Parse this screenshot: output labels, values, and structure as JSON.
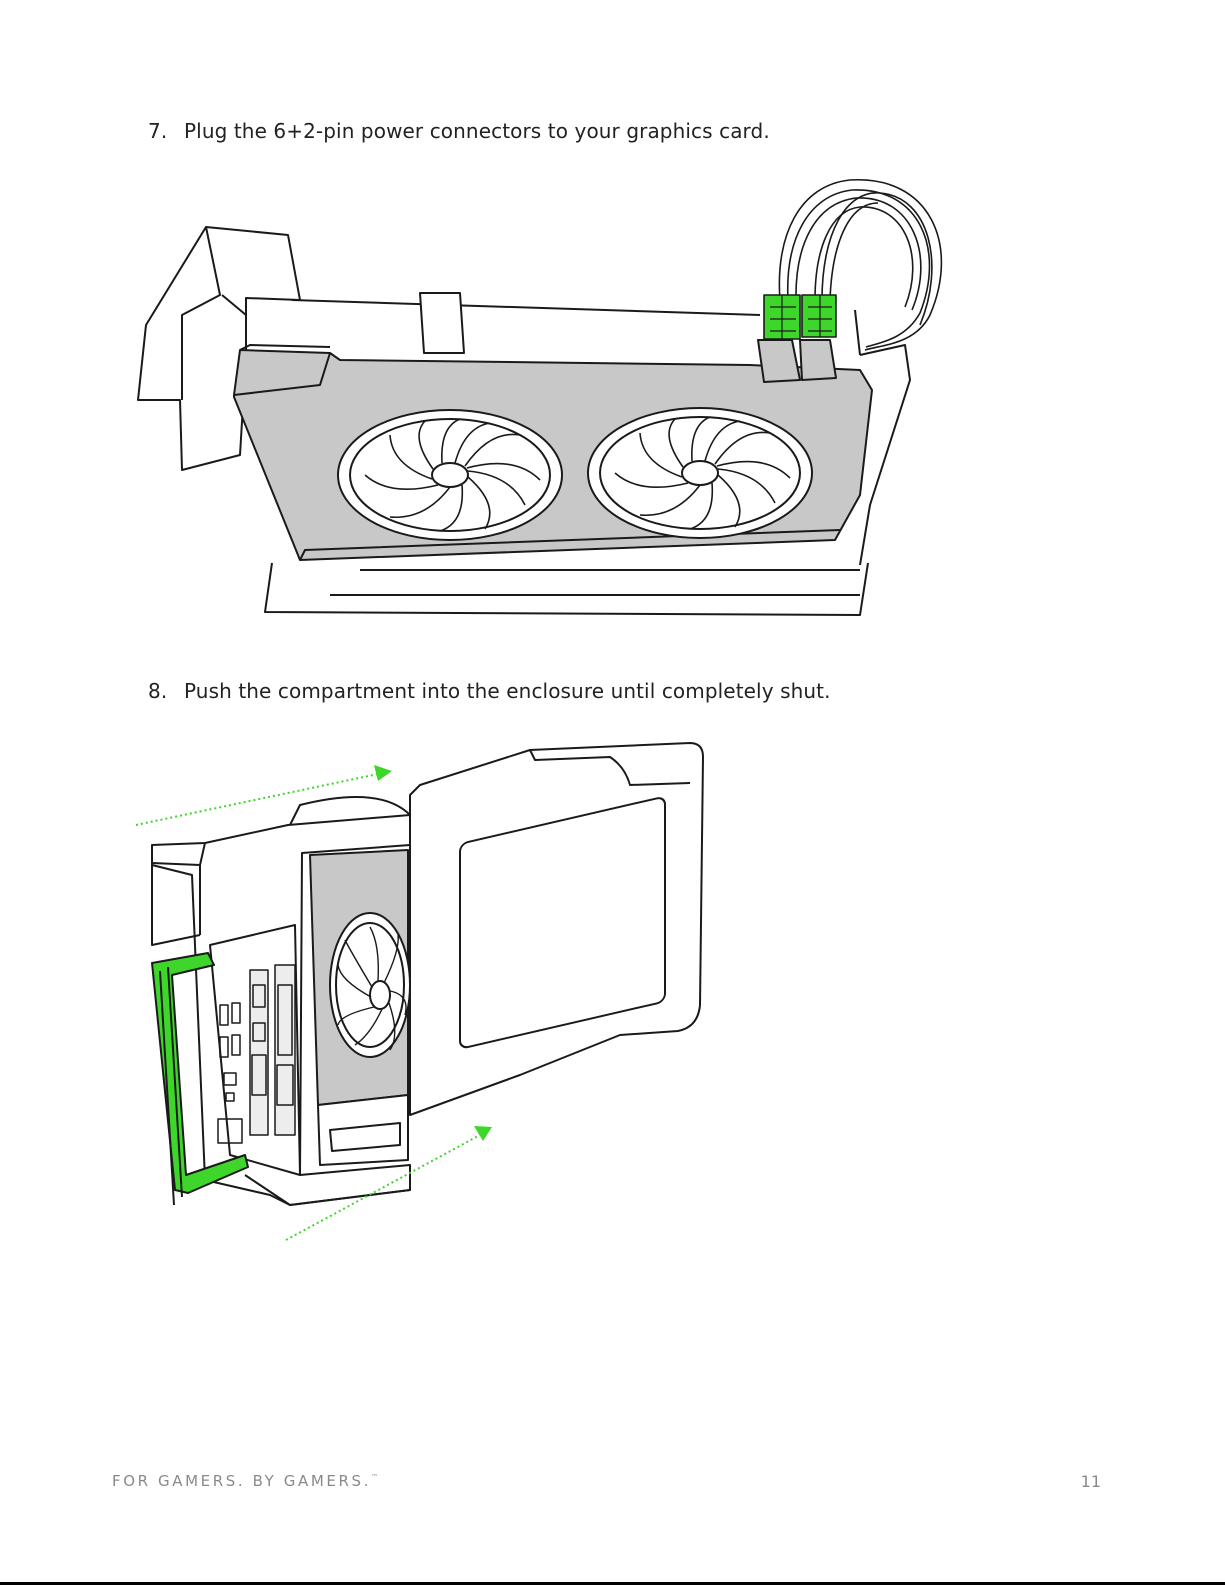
{
  "steps": [
    {
      "number": "7.",
      "text": "Plug the 6+2-pin power connectors to your graphics card."
    },
    {
      "number": "8.",
      "text": "Push the compartment into the enclosure until completely shut."
    }
  ],
  "footer": {
    "tagline": "FOR GAMERS. BY GAMERS.",
    "trademark": "™",
    "page_number": "11"
  },
  "colors": {
    "accent_green": "#3ed62a",
    "card_gray": "#c8c8c8",
    "line": "#1a1a1a"
  }
}
